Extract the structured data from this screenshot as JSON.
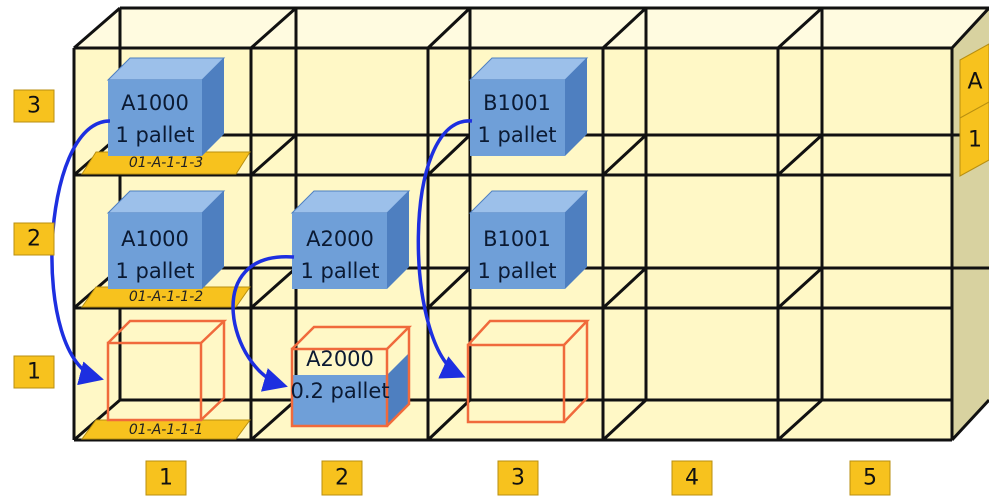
{
  "levels": [
    "3",
    "2",
    "1"
  ],
  "columns": [
    "1",
    "2",
    "3",
    "4",
    "5"
  ],
  "rack_side": [
    "A",
    "1"
  ],
  "boxes": [
    {
      "id": "A1000",
      "qty": "1 pallet"
    },
    {
      "id": "B1001",
      "qty": "1 pallet"
    },
    {
      "id": "A1000",
      "qty": "1 pallet"
    },
    {
      "id": "A2000",
      "qty": "1 pallet"
    },
    {
      "id": "B1001",
      "qty": "1 pallet"
    },
    {
      "id": "A2000",
      "qty": "0.2 pallet"
    }
  ],
  "location_labels": [
    "01-A-1-1-3",
    "01-A-1-1-2",
    "01-A-1-1-1"
  ],
  "colors": {
    "rack_fill": "#fff8c6",
    "frame": "#111111",
    "box_front": "#6f9fd8",
    "box_top": "#9cc0ea",
    "box_side": "#4e7fc0",
    "empty_outline": "#f06a3c",
    "arrow": "#1d2fe0",
    "label": "#f7c21e"
  }
}
